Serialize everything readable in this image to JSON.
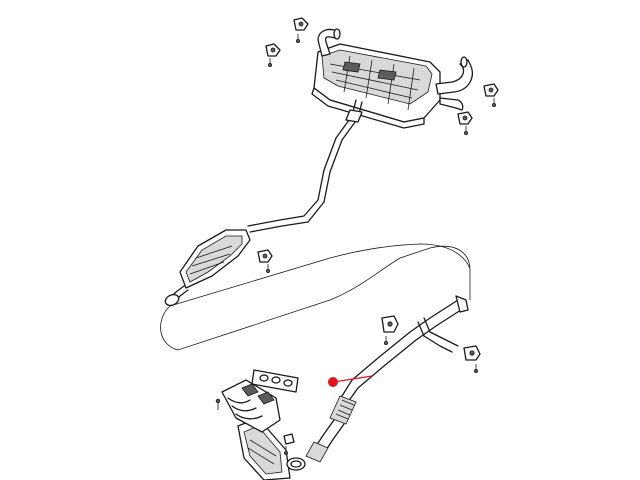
{
  "diagram": {
    "title": "",
    "labels": [],
    "colors": {
      "line": "#1a1a1a",
      "background": "#ffffff",
      "callout_marker": "#e0141e"
    },
    "components": [
      "rear-muffler",
      "tailpipe-left",
      "tailpipe-right",
      "intermediate-pipe",
      "resonator",
      "front-pipe",
      "flex-joint",
      "catalytic-converter",
      "exhaust-manifold",
      "manifold-gasket",
      "outlet-gasket",
      "rubber-isolators",
      "mounting-brackets",
      "routing-outline"
    ],
    "highlight": {
      "shape": "red dot with leader line",
      "target": "front-pipe"
    }
  }
}
